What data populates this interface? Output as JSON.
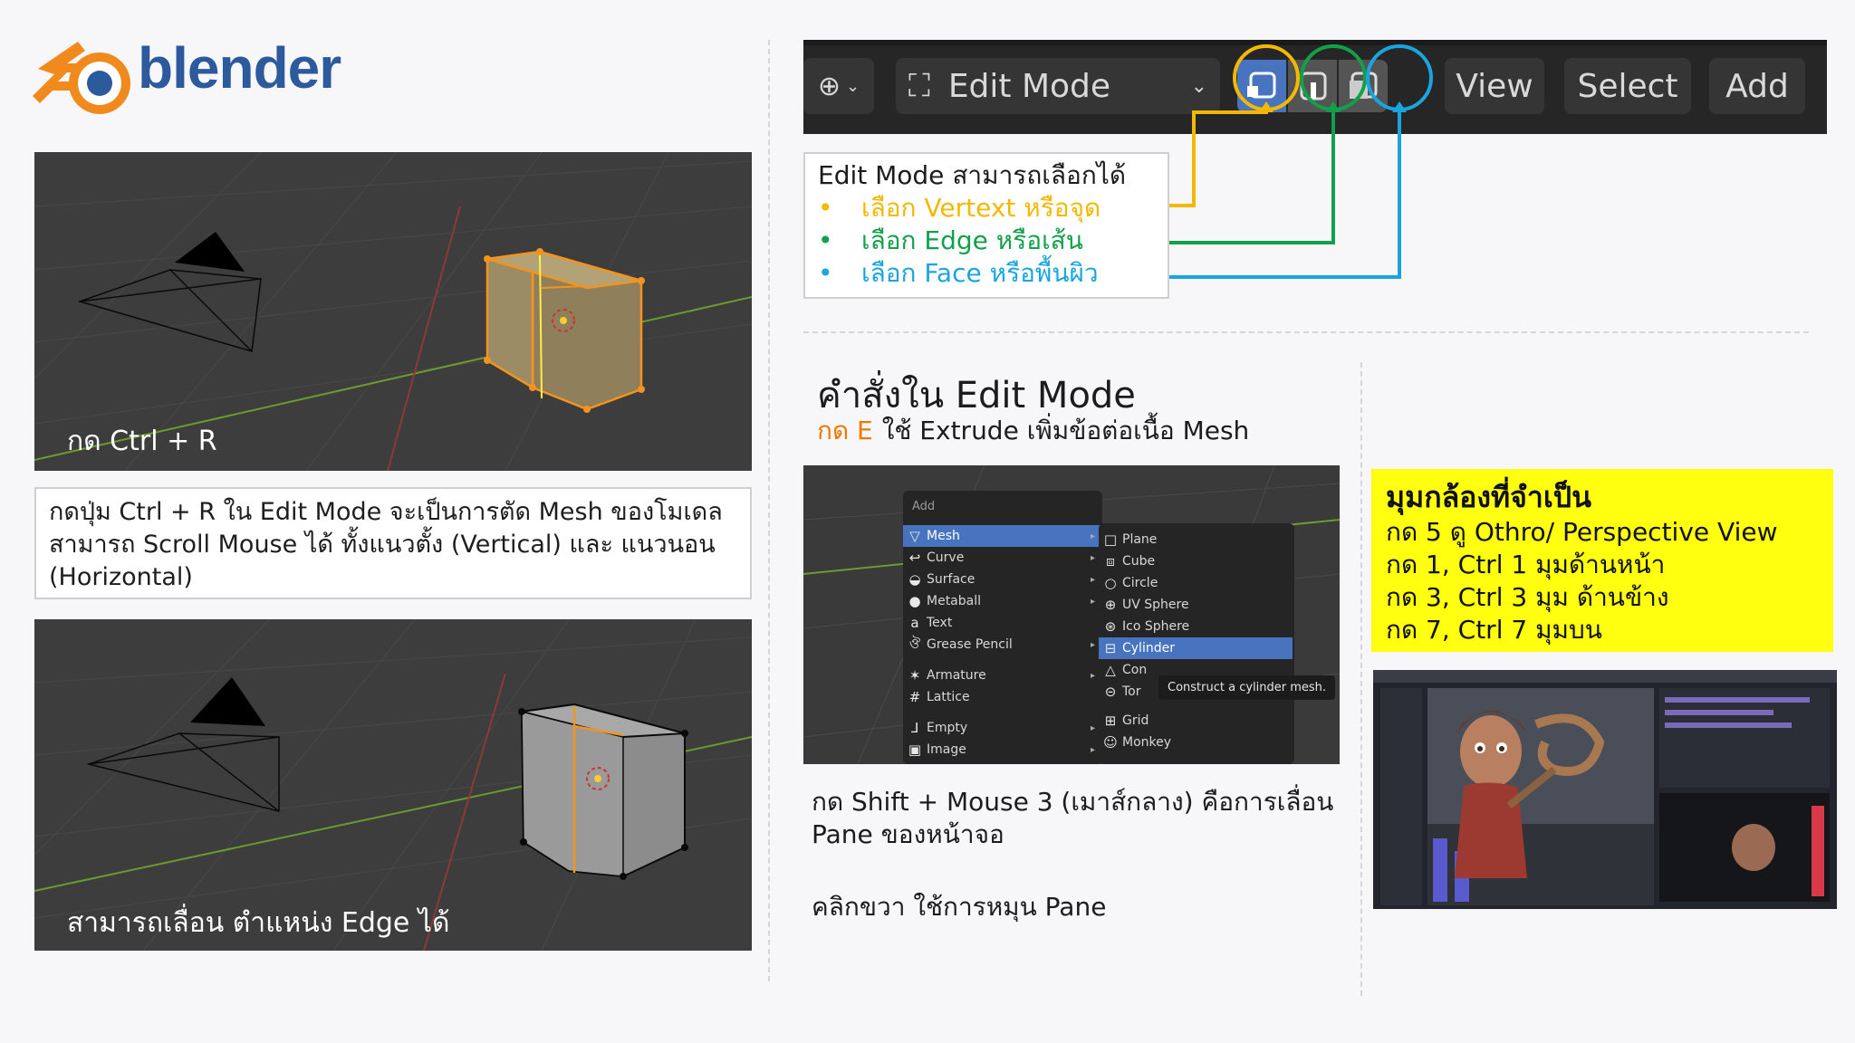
{
  "logo": {
    "text": "blender",
    "colors": {
      "orange": "#f08a1c",
      "blue": "#2c5a9c"
    }
  },
  "left": {
    "viewport_top": {
      "caption": "กด Ctrl + R"
    },
    "description": "กดปุ่ม Ctrl + R ใน Edit Mode จะเป็นการตัด Mesh ของโมเดล สามารถ Scroll Mouse ได้ ทั้งแนวตั้ง (Vertical) และ แนวนอน (Horizontal)",
    "viewport_bottom": {
      "caption": "สามารถเลื่อน ตำแหน่ง Edge ได้"
    }
  },
  "header": {
    "mode_label": "Edit Mode",
    "menus": [
      "View",
      "Select",
      "Add"
    ],
    "icons": [
      "globe-icon",
      "mode-icon",
      "vertex-select-icon",
      "edge-select-icon",
      "face-select-icon"
    ]
  },
  "select_legend": {
    "title": "Edit Mode สามารถเลือกได้",
    "items": [
      {
        "text": "เลือก Vertext หรือจุด",
        "color": "#f5b800"
      },
      {
        "text": "เลือก Edge หรือเส้น",
        "color": "#12a04a"
      },
      {
        "text": "เลือก Face หรือพื้นผิว",
        "color": "#1aa5e0"
      }
    ]
  },
  "commands": {
    "title": "คำสั่งใน Edit Mode",
    "key": "กด E",
    "key_color": "#f07800",
    "key_desc": "ใช้ Extrude เพิ่มข้อต่อเนื้อ Mesh"
  },
  "add_menu": {
    "title": "Add",
    "items": [
      {
        "label": "Mesh",
        "icon": "▽",
        "arrow": true,
        "highlight": true
      },
      {
        "label": "Curve",
        "icon": "↩",
        "arrow": true
      },
      {
        "label": "Surface",
        "icon": "◒",
        "arrow": true
      },
      {
        "label": "Metaball",
        "icon": "●",
        "arrow": true
      },
      {
        "label": "Text",
        "icon": "a",
        "arrow": false
      },
      {
        "label": "Grease Pencil",
        "icon": "ঔ",
        "arrow": true
      },
      {
        "label": "Armature",
        "icon": "✶",
        "arrow": true
      },
      {
        "label": "Lattice",
        "icon": "#",
        "arrow": false
      },
      {
        "label": "Empty",
        "icon": "⅃",
        "arrow": true
      },
      {
        "label": "Image",
        "icon": "▣",
        "arrow": true
      }
    ],
    "sub_items": [
      {
        "label": "Plane",
        "icon": "□"
      },
      {
        "label": "Cube",
        "icon": "⧈"
      },
      {
        "label": "Circle",
        "icon": "○"
      },
      {
        "label": "UV Sphere",
        "icon": "⊕"
      },
      {
        "label": "Ico Sphere",
        "icon": "⊛"
      },
      {
        "label": "Cylinder",
        "icon": "⊟",
        "highlight": true
      },
      {
        "label": "Con",
        "icon": "△"
      },
      {
        "label": "Tor",
        "icon": "⊝"
      },
      {
        "label": "Grid",
        "icon": "⊞"
      },
      {
        "label": "Monkey",
        "icon": "☺"
      }
    ],
    "tooltip": "Construct a cylinder mesh."
  },
  "pane_desc": {
    "line1": "กด Shift + Mouse 3 (เมาส์กลาง) คือการเลื่อน Pane ของหน้าจอ",
    "line2": "คลิกขวา ใช้การหมุน Pane"
  },
  "camera": {
    "title": "มุมกล้องที่จำเป็น",
    "lines": [
      "กด 5 ดู Othro/ Perspective View",
      "กด 1, Ctrl 1 มุมด้านหน้า",
      "กด 3, Ctrl 3 มุม ด้านข้าง",
      "กด 7, Ctrl 7 มุมบน"
    ],
    "background": "#ffff0f"
  }
}
